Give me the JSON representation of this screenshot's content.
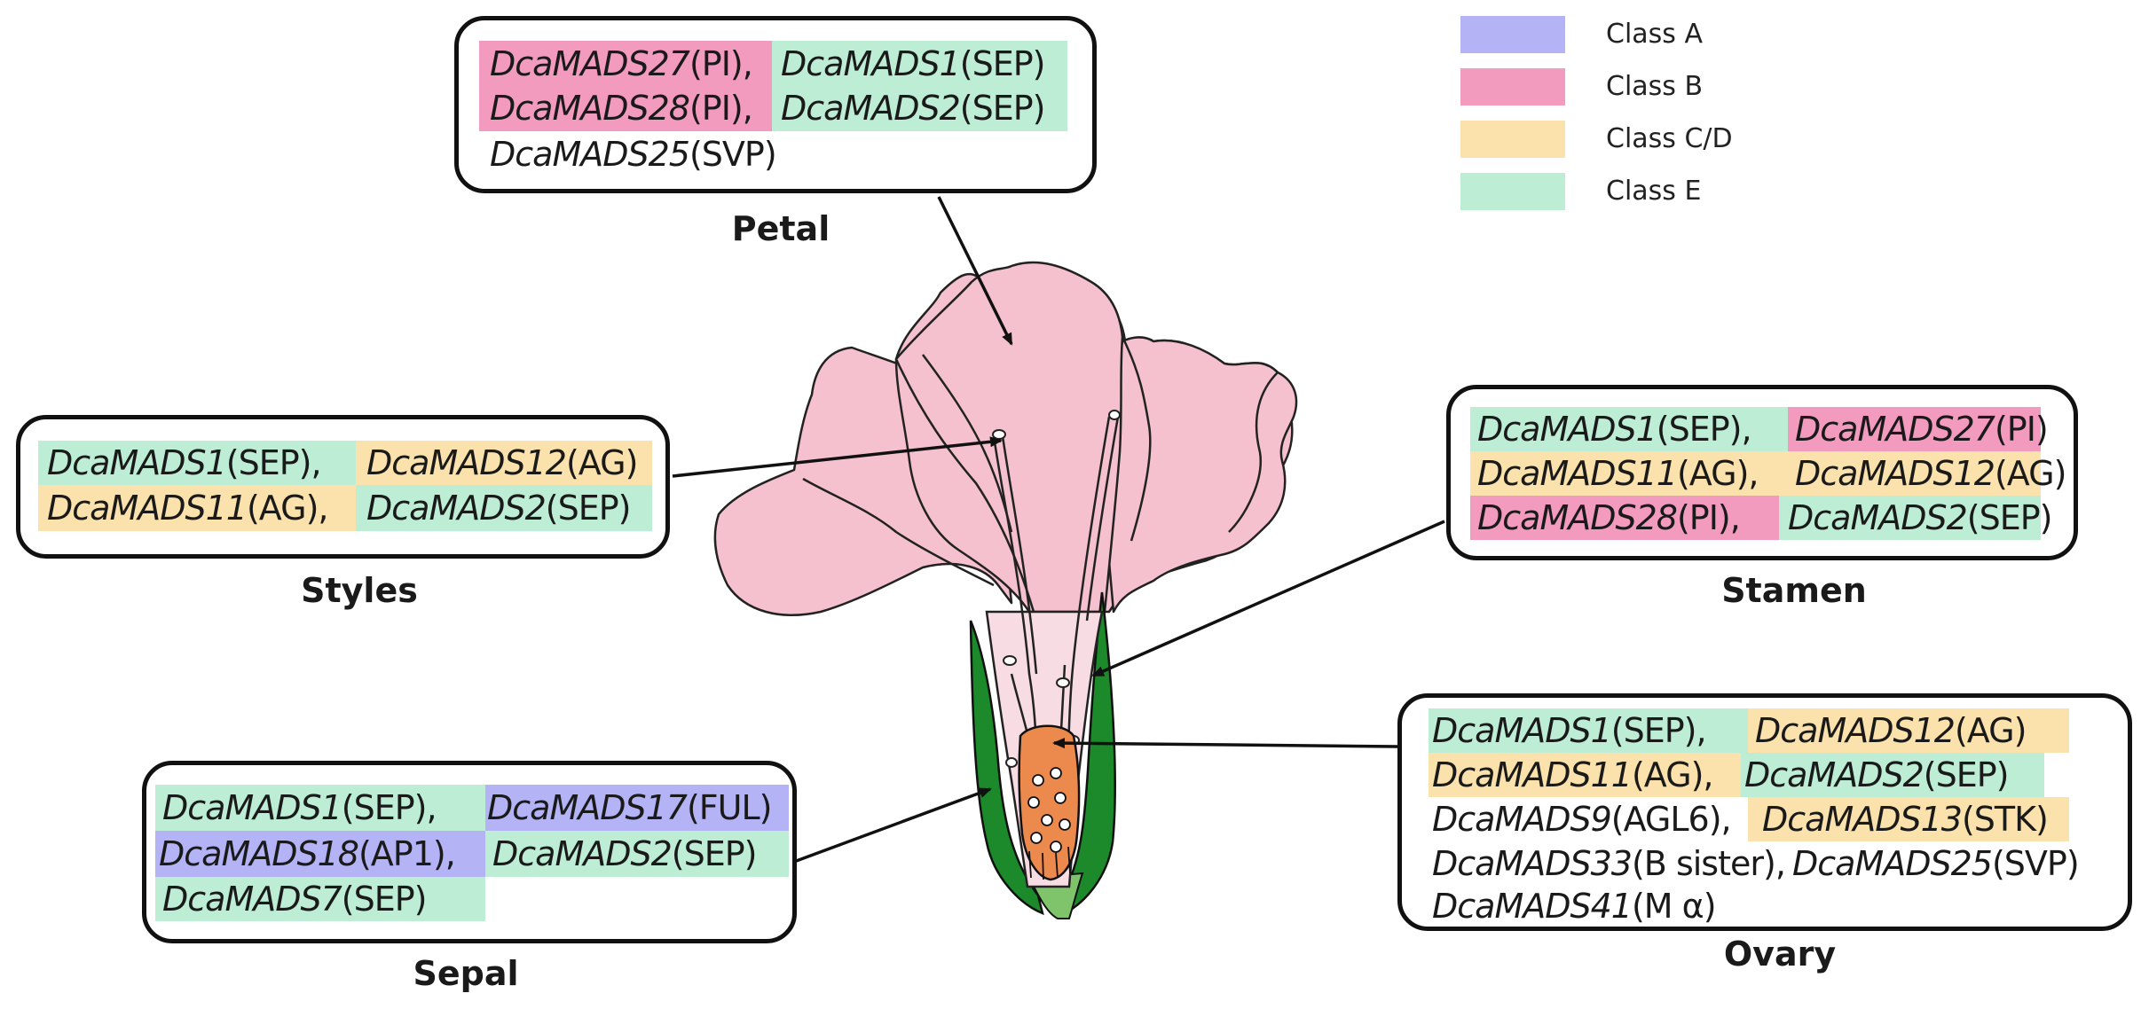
{
  "colors": {
    "class_a": "#b3b3f5",
    "class_b": "#f39bbf",
    "class_cd": "#fbe2ac",
    "class_e": "#bdeed5",
    "petal": "#f5c1cf",
    "sepal": "#1c8a2b",
    "ovary": "#ec8a4e",
    "outline": "#111111"
  },
  "legend": [
    {
      "label": "Class A"
    },
    {
      "label": "Class B"
    },
    {
      "label": "Class C/D"
    },
    {
      "label": "Class E"
    }
  ],
  "organs": {
    "petal": {
      "label": "Petal",
      "genes": [
        {
          "name": "DcaMADS27",
          "suffix": "(PI),"
        },
        {
          "name": "DcaMADS1",
          "suffix": "(SEP)"
        },
        {
          "name": "DcaMADS28",
          "suffix": "(PI),"
        },
        {
          "name": "DcaMADS2",
          "suffix": "(SEP)"
        },
        {
          "name": "DcaMADS25",
          "suffix": "(SVP)"
        }
      ]
    },
    "styles": {
      "label": "Styles",
      "genes": [
        {
          "name": "DcaMADS1",
          "suffix": "(SEP),"
        },
        {
          "name": "DcaMADS12",
          "suffix": "(AG)"
        },
        {
          "name": "DcaMADS11",
          "suffix": "(AG),"
        },
        {
          "name": "DcaMADS2",
          "suffix": "(SEP)"
        }
      ]
    },
    "stamen": {
      "label": "Stamen",
      "genes": [
        {
          "name": "DcaMADS1",
          "suffix": "(SEP),"
        },
        {
          "name": "DcaMADS27",
          "suffix": "(PI)"
        },
        {
          "name": "DcaMADS11",
          "suffix": "(AG),"
        },
        {
          "name": "DcaMADS12",
          "suffix": "(AG)"
        },
        {
          "name": "DcaMADS28",
          "suffix": "(PI),"
        },
        {
          "name": "DcaMADS2",
          "suffix": "(SEP)"
        }
      ]
    },
    "sepal": {
      "label": "Sepal",
      "genes": [
        {
          "name": "DcaMADS1",
          "suffix": "(SEP),"
        },
        {
          "name": "DcaMADS17",
          "suffix": "(FUL)"
        },
        {
          "name": "DcaMADS18",
          "suffix": "(AP1),"
        },
        {
          "name": "DcaMADS2",
          "suffix": "(SEP)"
        },
        {
          "name": "DcaMADS7",
          "suffix": "(SEP)"
        }
      ]
    },
    "ovary": {
      "label": "Ovary",
      "genes": [
        {
          "name": "DcaMADS1",
          "suffix": "(SEP),"
        },
        {
          "name": "DcaMADS12",
          "suffix": "(AG)"
        },
        {
          "name": "DcaMADS11",
          "suffix": "(AG),"
        },
        {
          "name": "DcaMADS2",
          "suffix": "(SEP)"
        },
        {
          "name": "DcaMADS9",
          "suffix": "(AGL6),"
        },
        {
          "name": "DcaMADS13",
          "suffix": "(STK)"
        },
        {
          "name": "DcaMADS33",
          "suffix": "(B sister),"
        },
        {
          "name": "DcaMADS25",
          "suffix": "(SVP)"
        },
        {
          "name": "DcaMADS41",
          "suffix": "(M α)"
        }
      ]
    }
  }
}
